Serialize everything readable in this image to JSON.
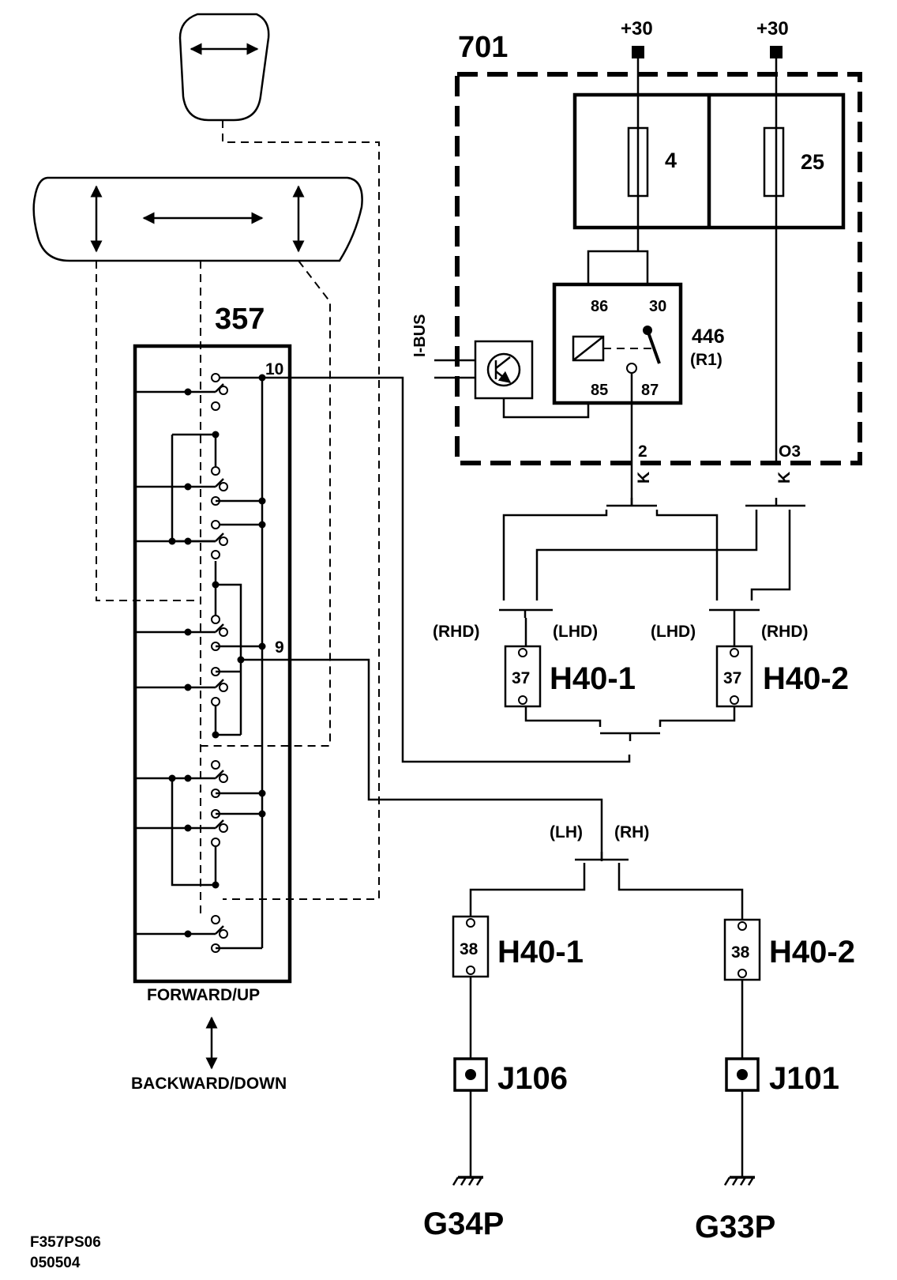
{
  "seat_switch": {
    "id": "357",
    "pin_top": "10",
    "pin_mid": "9",
    "direction_up": "FORWARD/UP",
    "direction_down": "BACKWARD/DOWN"
  },
  "fuse_box": {
    "id": "701",
    "supply_left": "+30",
    "supply_right": "+30",
    "fuse_left": "4",
    "fuse_right": "25"
  },
  "relay": {
    "id": "446",
    "sub": "(R1)",
    "pin_86": "86",
    "pin_30": "30",
    "pin_85": "85",
    "pin_87": "87"
  },
  "bus": {
    "label": "I-BUS"
  },
  "wires": {
    "left_code": "2",
    "left_color": "K",
    "right_code": "O3",
    "right_color": "K"
  },
  "variants": {
    "rhd_1": "(RHD)",
    "lhd_1": "(LHD)",
    "lhd_2": "(LHD)",
    "rhd_2": "(RHD)",
    "lh": "(LH)",
    "rh": "(RH)"
  },
  "connectors": {
    "upper_left": {
      "pin": "37",
      "name": "H40-1"
    },
    "upper_right": {
      "pin": "37",
      "name": "H40-2"
    },
    "lower_left": {
      "pin": "38",
      "name": "H40-1"
    },
    "lower_right": {
      "pin": "38",
      "name": "H40-2"
    }
  },
  "junctions": {
    "left": "J106",
    "right": "J101"
  },
  "grounds": {
    "left": "G34P",
    "right": "G33P"
  },
  "footer": {
    "code": "F357PS06",
    "date": "050504"
  }
}
